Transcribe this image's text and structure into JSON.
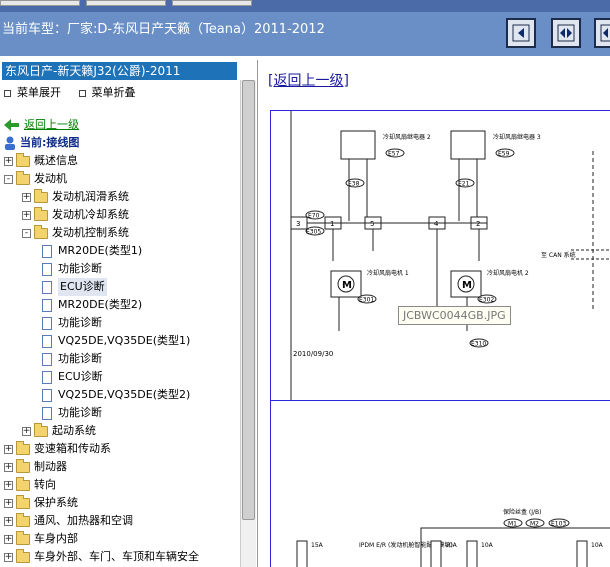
{
  "header": {
    "car_label": "当前车型：厂家:D-东风日产天籁（Teana）2011-2012",
    "buttons": [
      {
        "name": "first-page-icon"
      },
      {
        "name": "prev-next-icon"
      },
      {
        "name": "last-page-icon"
      }
    ]
  },
  "sidebar": {
    "title": "东风日产-新天籁J32(公爵)-2011",
    "expand_label": "菜单展开",
    "collapse_label": "菜单折叠",
    "back_link": "返回上一级",
    "current_label": "当前:接线图",
    "tree": [
      {
        "label": "概述信息",
        "type": "folder",
        "depth": 0,
        "expander": "+"
      },
      {
        "label": "发动机",
        "type": "folder",
        "depth": 0,
        "expander": "-"
      },
      {
        "label": "发动机润滑系统",
        "type": "folder",
        "depth": 1,
        "expander": "+"
      },
      {
        "label": "发动机冷却系统",
        "type": "folder",
        "depth": 1,
        "expander": "+"
      },
      {
        "label": "发动机控制系统",
        "type": "folder",
        "depth": 1,
        "expander": "-"
      },
      {
        "label": "MR20DE(类型1)",
        "type": "doc",
        "depth": 2
      },
      {
        "label": "功能诊断",
        "type": "doc",
        "depth": 2
      },
      {
        "label": "ECU诊断",
        "type": "doc",
        "depth": 2,
        "selected": true
      },
      {
        "label": "MR20DE(类型2)",
        "type": "doc",
        "depth": 2
      },
      {
        "label": "功能诊断",
        "type": "doc",
        "depth": 2
      },
      {
        "label": "VQ25DE,VQ35DE(类型1)",
        "type": "doc",
        "depth": 2
      },
      {
        "label": "功能诊断",
        "type": "doc",
        "depth": 2
      },
      {
        "label": "ECU诊断",
        "type": "doc",
        "depth": 2
      },
      {
        "label": "VQ25DE,VQ35DE(类型2)",
        "type": "doc",
        "depth": 2
      },
      {
        "label": "功能诊断",
        "type": "doc",
        "depth": 2
      },
      {
        "label": "起动系统",
        "type": "folder",
        "depth": 1,
        "expander": "+"
      },
      {
        "label": "变速箱和传动系",
        "type": "folder",
        "depth": 0,
        "expander": "+"
      },
      {
        "label": "制动器",
        "type": "folder",
        "depth": 0,
        "expander": "+"
      },
      {
        "label": "转向",
        "type": "folder",
        "depth": 0,
        "expander": "+"
      },
      {
        "label": "保护系统",
        "type": "folder",
        "depth": 0,
        "expander": "+"
      },
      {
        "label": "通风、加热器和空调",
        "type": "folder",
        "depth": 0,
        "expander": "+"
      },
      {
        "label": "车身内部",
        "type": "folder",
        "depth": 0,
        "expander": "+"
      },
      {
        "label": "车身外部、车门、车顶和车辆安全",
        "type": "folder",
        "depth": 0,
        "expander": "+"
      }
    ]
  },
  "content": {
    "back_link": "[返回上一级]",
    "diagram1": {
      "relay2": "冷却风扇继电器 2",
      "relay3": "冷却风扇继电器 3",
      "connectors": [
        "E57",
        "E59",
        "E38",
        "E21",
        "E70",
        "E305",
        "E301",
        "E302",
        "E310"
      ],
      "pins": [
        "3",
        "1",
        "5",
        "4",
        "2"
      ],
      "motor1": "冷却风扇电机 1",
      "motor2": "冷却风扇电机 2",
      "can": "至 CAN 系统",
      "date": "2010/09/30"
    },
    "diagram2": {
      "fuse_box": "保险丝盒 (J/B)",
      "tags": [
        "M1",
        "M2",
        "E103"
      ],
      "ipdm": "IPDM E/R (发动机舱智能配电模块)",
      "fuses": [
        "15A",
        "10A",
        "10A",
        "10A"
      ]
    },
    "tooltip": "JCBWC0044GB.JPG"
  }
}
